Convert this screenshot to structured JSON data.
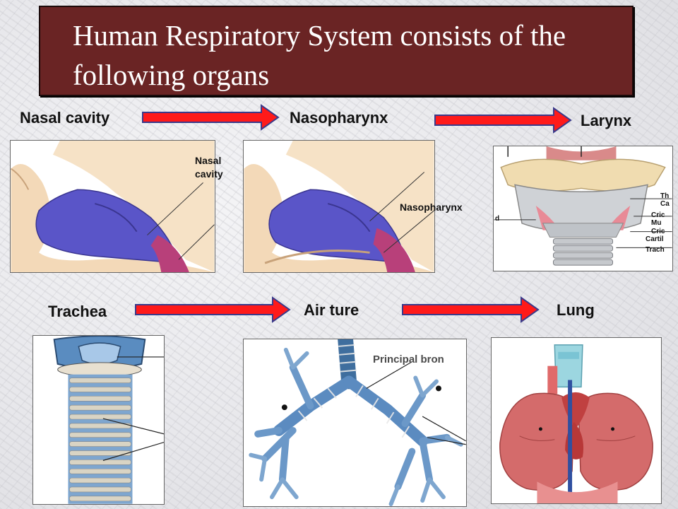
{
  "title": "Human Respiratory System consists of the following  organs",
  "labels": {
    "nasal_cavity": "Nasal cavity",
    "nasopharynx": "Nasopharynx",
    "larynx": "Larynx",
    "trachea": "Trachea",
    "air_ture": "Air ture",
    "lung": "Lung"
  },
  "annotations": {
    "nasal_cavity_line1": "Nasal",
    "nasal_cavity_line2": "cavity",
    "nasopharynx": "Nasopharynx",
    "larynx_1": "Th",
    "larynx_2": "Ca",
    "larynx_3": "Cric",
    "larynx_4": "Mu",
    "larynx_5": "Cric",
    "larynx_6": "Cartil",
    "larynx_7": "Trach",
    "larynx_left": "d",
    "principal_bronchus": "Principal bron"
  },
  "colors": {
    "title_bg": "#6a2424",
    "arrow_fill": "#ff1a1a",
    "arrow_stroke": "#3a3a8a"
  }
}
